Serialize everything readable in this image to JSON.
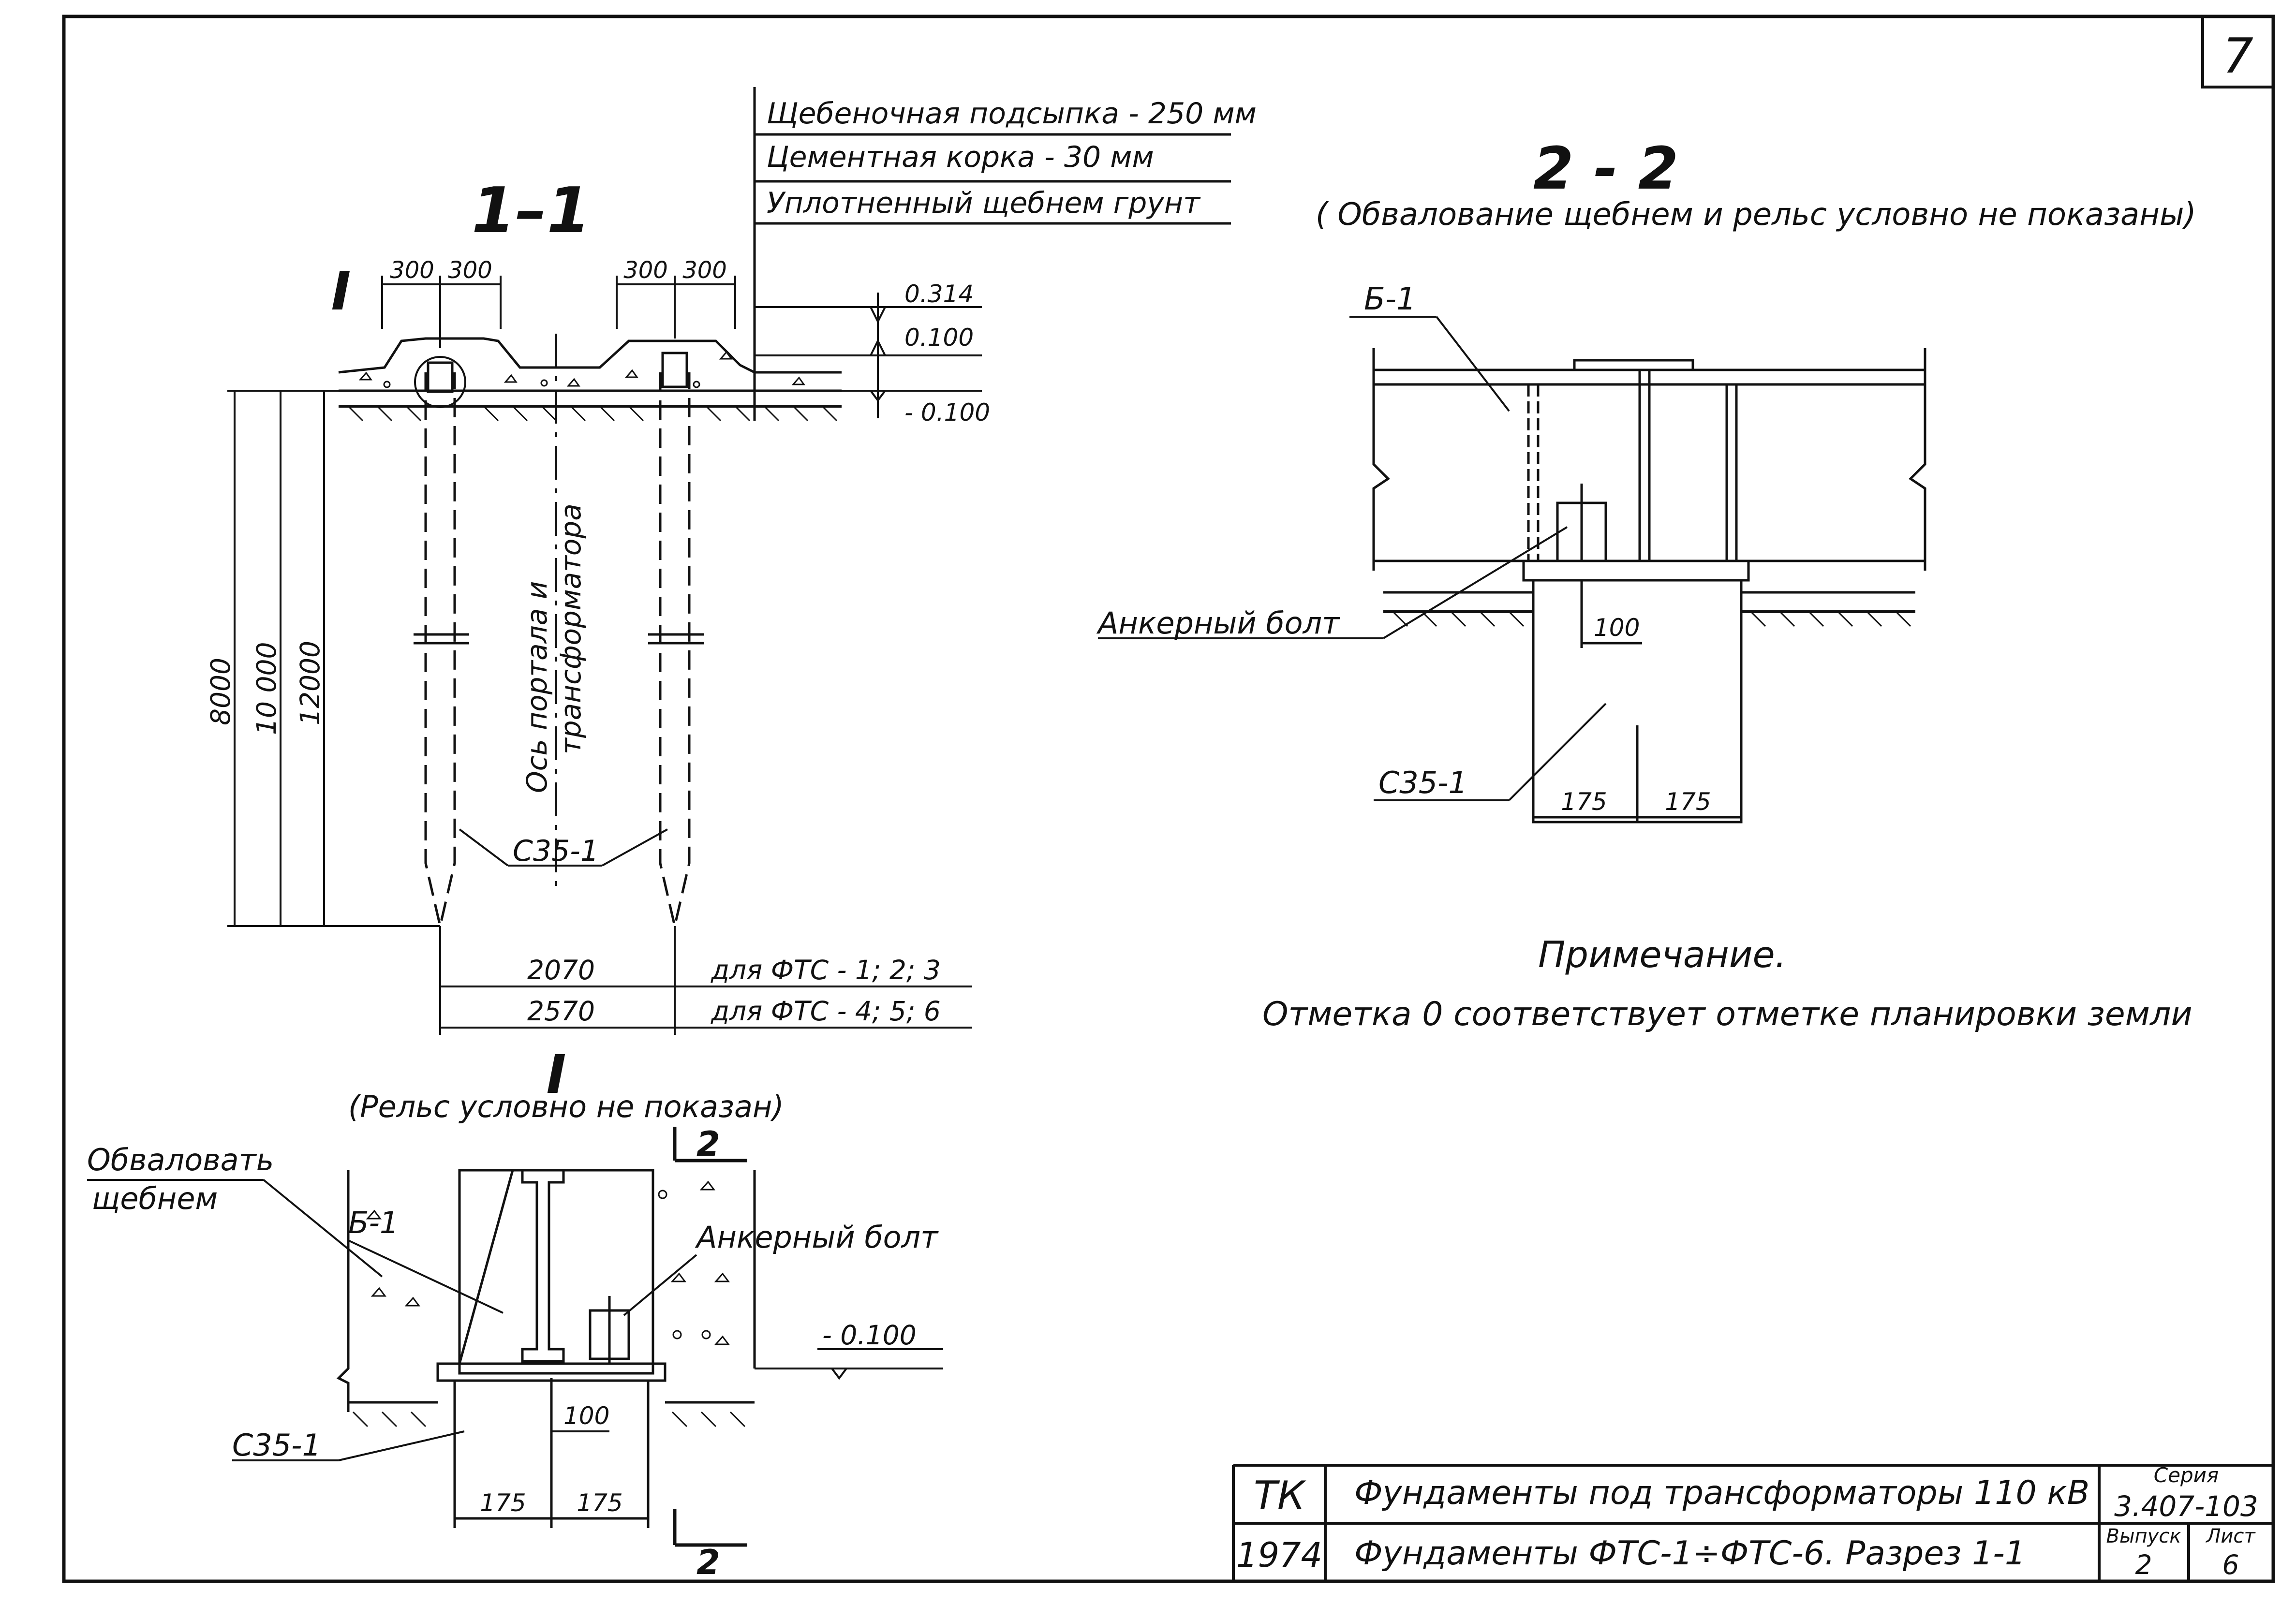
{
  "sheet": {
    "number": "7"
  },
  "section_1_1": {
    "title": "1–1",
    "layers": [
      "Щебеночная подсыпка - 250 мм",
      "Цементная корка     - 30 мм",
      "Уплотненный щебнем грунт"
    ],
    "elevations": [
      "0.314",
      "0.100",
      "- 0.100"
    ],
    "dims_top": [
      "300",
      "300",
      "300",
      "300"
    ],
    "depths": [
      "8000",
      "10 000",
      "12000"
    ],
    "axis_label_1": "Ось портала и",
    "axis_label_2": "трансформатора",
    "pile_label": "С35-1",
    "cut_mark": "I",
    "span_rows": [
      {
        "value": "2070",
        "note": "для ФТС - 1; 2; 3"
      },
      {
        "value": "2570",
        "note": "для ФТС - 4; 5; 6"
      }
    ]
  },
  "detail_I": {
    "title": "I",
    "subtitle": "(Рельс условно не показан)",
    "fill_label_1": "Обваловать",
    "fill_label_2": "щебнем",
    "beam_label": "Б-1",
    "bolt_label": "Анкерный болт",
    "elevation": "- 0.100",
    "pile_label": "С35-1",
    "dim_bolt": "100",
    "dims_bottom": [
      "175",
      "175"
    ],
    "cut_label": "2"
  },
  "section_2_2": {
    "title": "2 - 2",
    "subtitle": "( Обвалование щебнем и рельс условно не показаны)",
    "beam_label": "Б-1",
    "bolt_label": "Анкерный болт",
    "dim_bolt": "100",
    "pile_label": "С35-1",
    "dims_bottom": [
      "175",
      "175"
    ]
  },
  "note": {
    "heading": "Примечание.",
    "text": "Отметка 0 соответствует отметке планировки земли"
  },
  "title_block": {
    "org": "ТК",
    "year": "1974",
    "title": "Фундаменты под трансформаторы 110 кВ",
    "subtitle": "Фундаменты ФТС-1÷ФТС-6.  Разрез 1-1",
    "series_label": "Серия",
    "series_value": "3.407-103",
    "issue_label": "Выпуск",
    "issue_value": "2",
    "sheet_label": "Лист",
    "sheet_value": "6"
  }
}
